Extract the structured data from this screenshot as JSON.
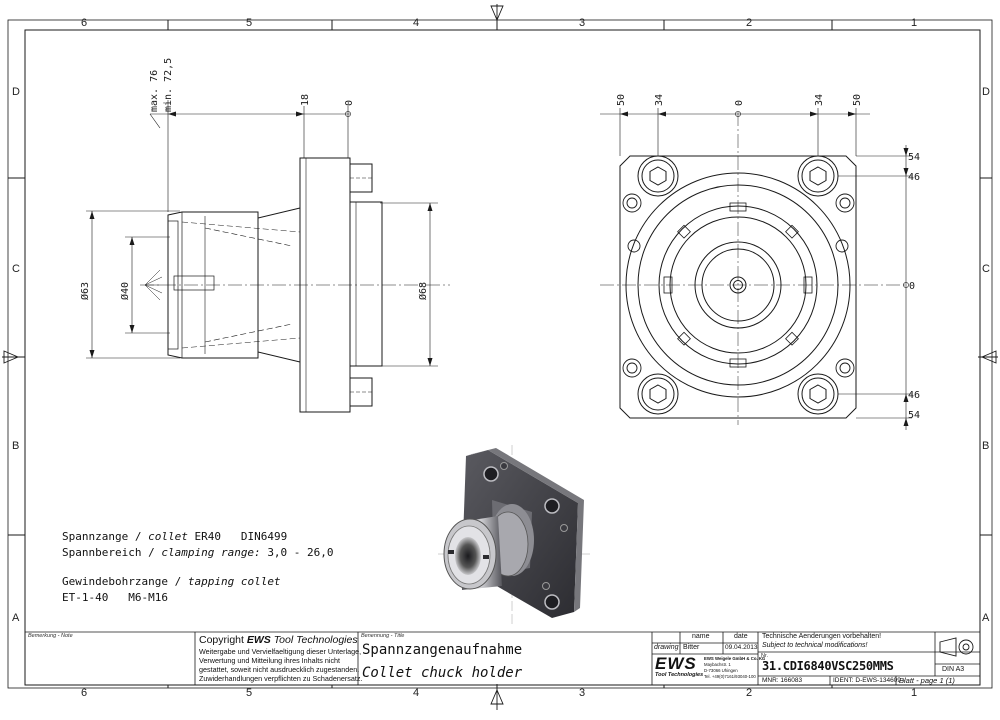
{
  "zones": {
    "columns": [
      "6",
      "5",
      "4",
      "3",
      "2",
      "1"
    ],
    "rows": [
      "D",
      "C",
      "B",
      "A"
    ]
  },
  "side_view": {
    "dims": [
      "max. 76",
      "min. 72,5",
      "18",
      "0",
      "Ø63",
      "Ø40",
      "Ø68"
    ]
  },
  "front_view": {
    "top_dims": [
      "50",
      "34",
      "0",
      "34",
      "50"
    ],
    "right_dims": [
      "54",
      "46",
      "0",
      "46",
      "54"
    ]
  },
  "notes": {
    "line1_de": "Spannzange /",
    "line1_en": "collet",
    "line1_val": "ER40   DIN6499",
    "line2_de": "Spannbereich /",
    "line2_en": "clamping range:",
    "line2_val": "3,0 - 26,0",
    "line3_de": "Gewindebohrzange /",
    "line3_en": "tapping collet",
    "line4": "ET-1-40   M6-M16"
  },
  "title_block": {
    "remark_label": "Bemerkung - Note",
    "copyright_head": "Copyright",
    "copyright_brand": "EWS",
    "copyright_tail": "Tool Technologies",
    "copyright_lines": [
      "Weitergabe und Vervielfaeltigung dieser Unterlage,",
      "Verwertung und Mitteilung ihres Inhalts nicht",
      "gestattet, soweit nicht ausdruecklich zugestanden.",
      "Zuwiderhandlungen verpflichten zu Schadenersatz."
    ],
    "designation_label": "Benennung - Title",
    "title_de": "Spannzangenaufnahme",
    "title_en": "Collet chuck holder",
    "col_name": "name",
    "col_date": "date",
    "row_drawing": "drawing",
    "drawer_name": "Bitter",
    "drawing_date": "09.04.2013",
    "logo": "EWS",
    "logo_sub": "Tool Technologies",
    "company_lines": [
      "EWS Weigele GmbH & Co. KG",
      "Maybachstr. 1",
      "D-73066 Uhingen",
      "Tel. +49(0)7161/93040-100"
    ],
    "tech_note_de": "Technische Aenderungen vorbehalten!",
    "tech_note_en": "Subject to technical modifications!",
    "nr_label": "Nr.",
    "part_number": "31.CDI6840VSC250MMS",
    "mnr": "MNR: 166083",
    "ident": "IDENT: D-EWS-134609 -",
    "sheet_text": "Blatt - page  1 (1)",
    "format": "DIN A3"
  },
  "colors": {
    "line": "#1a1a1a",
    "iso_dark": "#3d3d42",
    "iso_mid": "#8a8a90",
    "iso_light": "#c8c8cc"
  }
}
